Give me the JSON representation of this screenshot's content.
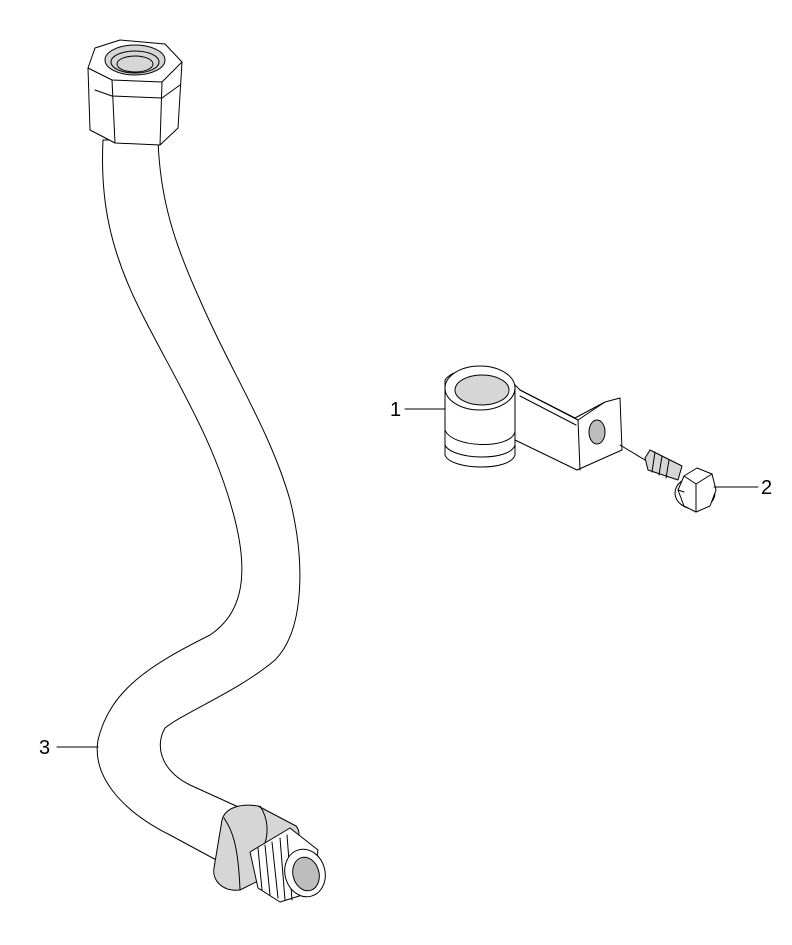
{
  "callouts": {
    "clamp": "1",
    "bolt": "2",
    "pipe": "3"
  }
}
